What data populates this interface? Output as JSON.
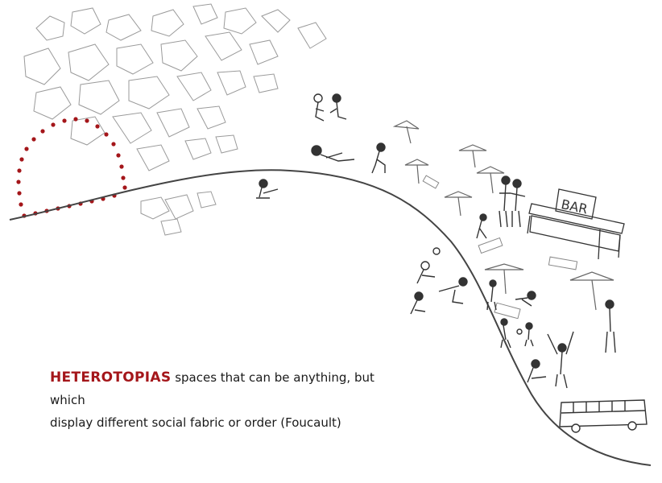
{
  "caption": {
    "keyword": "HETEROTOPIAS",
    "line1": " spaces that can be anything, but which",
    "line2": "display different social fabric or order (Foucault)"
  },
  "bar_sign": "BAR",
  "colors": {
    "keyword": "#a4161a",
    "outline": "#555555",
    "shoreline": "#444444",
    "dots": "#a4161a"
  }
}
